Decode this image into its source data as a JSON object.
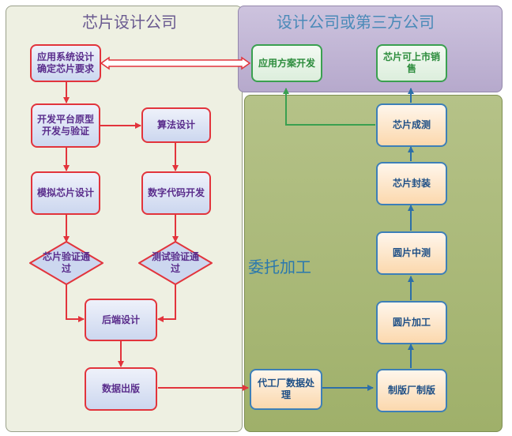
{
  "regions": {
    "design_company": "芯片设计公司",
    "third_party": "设计公司或第三方公司",
    "outsourced": "委托加工"
  },
  "nodes": {
    "app_system_design": "应用系统设计确定芯片要求",
    "dev_platform": "开发平台原型开发与验证",
    "algorithm_design": "算法设计",
    "analog_chip_design": "模拟芯片设计",
    "digital_code_dev": "数字代码开发",
    "chip_verification": "芯片验证通过",
    "test_verification": "测试验证通过",
    "backend_design": "后端设计",
    "data_tapeout": "数据出版",
    "app_solution_dev": "应用方案开发",
    "chip_market": "芯片可上市销售",
    "chip_final_test": "芯片成测",
    "chip_packaging": "芯片封装",
    "wafer_test": "圆片中测",
    "wafer_processing": "圆片加工",
    "mask_making": "制版厂制版",
    "foundry_data_processing": "代工厂数据处理"
  },
  "colors": {
    "design_region_fill": "#eef0e2",
    "third_party_fill": "#c3b7d6",
    "outsourced_fill": "#a9b978",
    "red_border": "#e2343c",
    "blue_border": "#3d7fb8",
    "green_border": "#3aa050"
  }
}
